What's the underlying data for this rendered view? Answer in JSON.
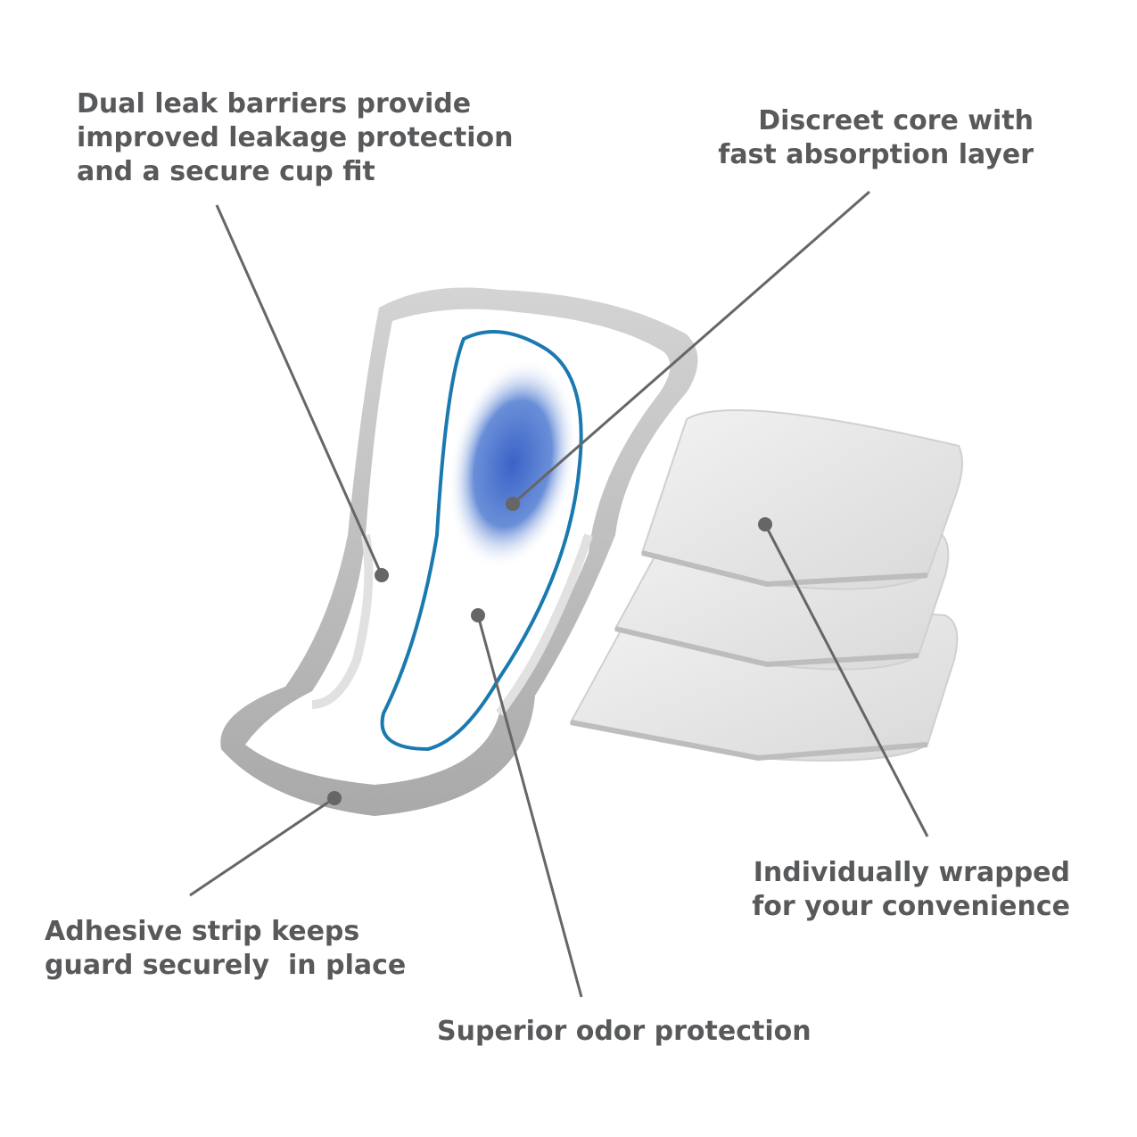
{
  "callouts": {
    "dual_leak": "Dual leak barriers provide\nimproved leakage protection\nand a secure cup fit",
    "discreet_core": "Discreet core with\nfast absorption layer",
    "individually_wrapped": "Individually wrapped\nfor your convenience",
    "adhesive_strip": "Adhesive strip keeps\nguard securely  in place",
    "odor": "Superior odor protection"
  },
  "colors": {
    "text": "#58595b",
    "leader_line": "#666666",
    "pad_gray": "#c9c9c9",
    "pad_white": "#ffffff",
    "core_blue": "#3d6fc4",
    "outline_blue": "#1a7ab0"
  }
}
